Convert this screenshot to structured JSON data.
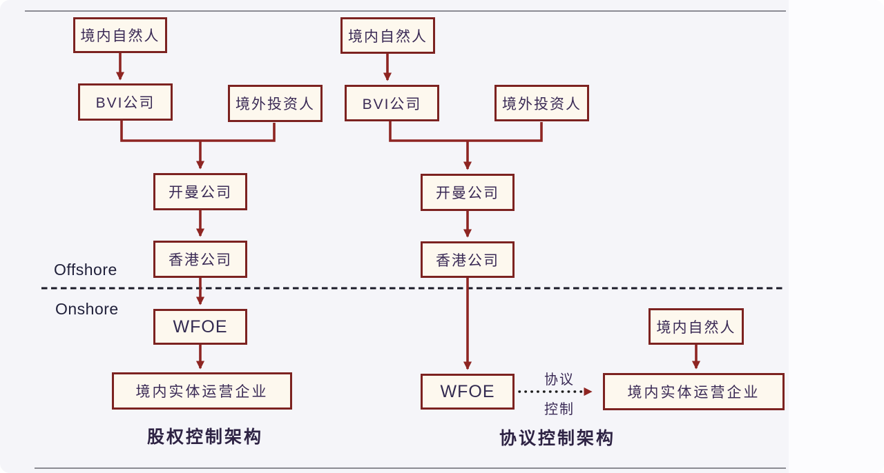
{
  "zones": {
    "offshore": "Offshore",
    "onshore": "Onshore"
  },
  "left": {
    "caption": "股权控制架构",
    "nodes": {
      "person": {
        "label": "境内自然人"
      },
      "bvi": {
        "label": "BVI公司"
      },
      "investor": {
        "label": "境外投资人"
      },
      "cayman": {
        "label": "开曼公司"
      },
      "hongkong": {
        "label": "香港公司"
      },
      "wfoe": {
        "label": "WFOE"
      },
      "opco": {
        "label": "境内实体运营企业"
      }
    }
  },
  "right": {
    "caption": "协议控制架构",
    "nodes": {
      "person": {
        "label": "境内自然人"
      },
      "bvi": {
        "label": "BVI公司"
      },
      "investor": {
        "label": "境外投资人"
      },
      "cayman": {
        "label": "开曼公司"
      },
      "hongkong": {
        "label": "香港公司"
      },
      "wfoe": {
        "label": "WFOE"
      },
      "person2": {
        "label": "境内自然人"
      },
      "opco": {
        "label": "境内实体运营企业"
      }
    },
    "vie_edge": {
      "top": "协议",
      "bottom": "控制"
    }
  },
  "colors": {
    "background": "#f5f5f9",
    "box_border": "#7c2220",
    "box_fill": "#fdf8ee",
    "box_text": "#3a2a55",
    "arrow": "#8e2522",
    "divider": "#1a1a28",
    "dotted_link": "#1c1c1c",
    "frame_line": "#8b8b93",
    "zone_label": "#20203a",
    "caption": "#2e2344"
  }
}
